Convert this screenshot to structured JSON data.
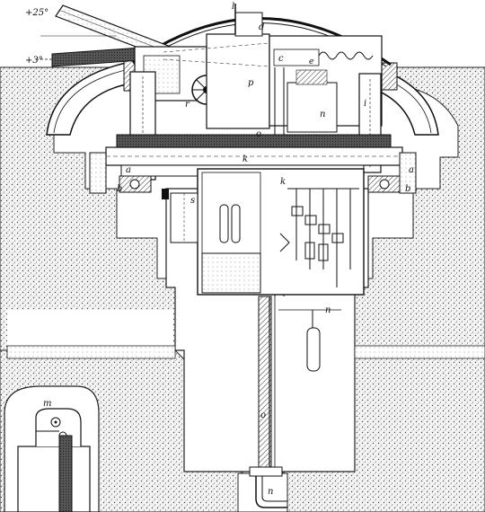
{
  "angle_labels": {
    "upper": "+25°",
    "lower": "+3°"
  },
  "part_labels": {
    "a": "a",
    "b": "b",
    "c": "c",
    "d": "d",
    "e": "e",
    "i": "i",
    "k": "k",
    "l": "l",
    "m": "m",
    "n": "n",
    "o": "o",
    "p": "p",
    "r": "r",
    "s": "s"
  },
  "colors": {
    "ink": "#1a1a1a",
    "paper": "#ffffff",
    "earth_hatch": "#555555"
  }
}
